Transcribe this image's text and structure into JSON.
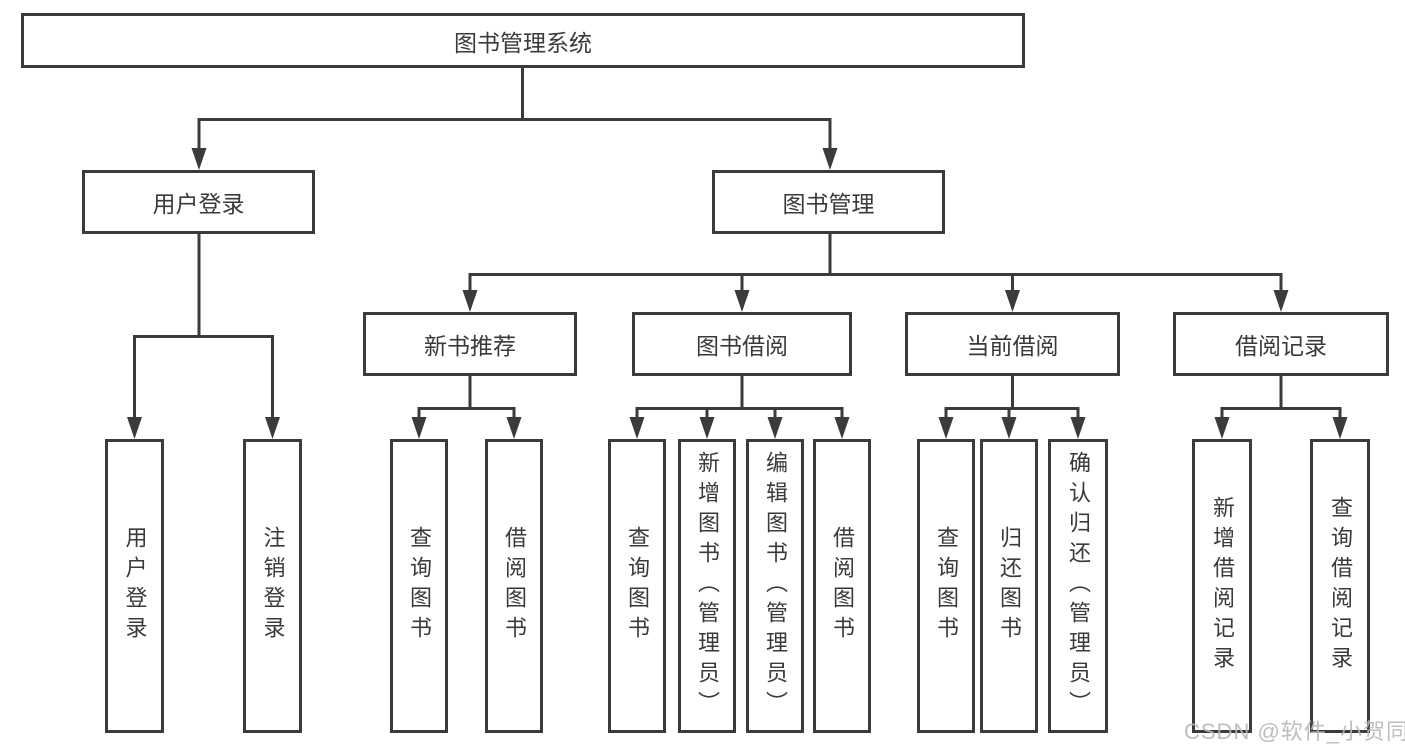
{
  "tree": {
    "root": {
      "label": "图书管理系统"
    },
    "level2": [
      {
        "label": "用户登录",
        "leaves": [
          "用户登录",
          "注销登录"
        ]
      },
      {
        "label": "图书管理"
      }
    ],
    "level3": [
      {
        "label": "新书推荐",
        "leaves": [
          "查询图书",
          "借阅图书"
        ]
      },
      {
        "label": "图书借阅",
        "leaves": [
          "查询图书",
          "新增图书（管理员）",
          "编辑图书（管理员）",
          "借阅图书"
        ]
      },
      {
        "label": "当前借阅",
        "leaves": [
          "查询图书",
          "归还图书",
          "确认归还（管理员）"
        ]
      },
      {
        "label": "借阅记录",
        "leaves": [
          "新增借阅记录",
          "查询借阅记录"
        ]
      }
    ]
  },
  "watermark": {
    "text": "CSDN @软件_小贺同学"
  },
  "colors": {
    "line": "#3b3b3b",
    "text": "#3a3a3a",
    "watermark": "#b7b7b7",
    "background": "#ffffff"
  }
}
